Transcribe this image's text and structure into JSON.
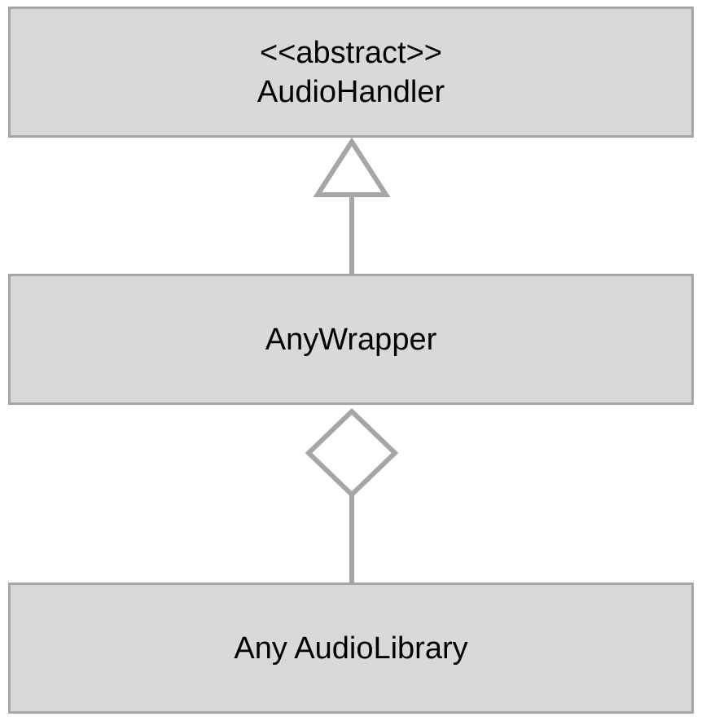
{
  "diagram": {
    "type": "uml-class-diagram",
    "colors": {
      "box_fill": "#d9d9d9",
      "box_border": "#a6a6a6",
      "connector": "#a6a6a6",
      "text": "#000000"
    },
    "classes": {
      "audio_handler": {
        "stereotype": "<<abstract>>",
        "name": "AudioHandler"
      },
      "any_wrapper": {
        "name": "AnyWrapper"
      },
      "any_audio_library": {
        "name": "Any AudioLibrary"
      }
    },
    "relationships": [
      {
        "from": "AnyWrapper",
        "to": "AudioHandler",
        "kind": "generalization",
        "marker": "hollow-triangle-icon"
      },
      {
        "from": "Any AudioLibrary",
        "to": "AnyWrapper",
        "kind": "aggregation",
        "marker": "hollow-diamond-icon"
      }
    ]
  }
}
